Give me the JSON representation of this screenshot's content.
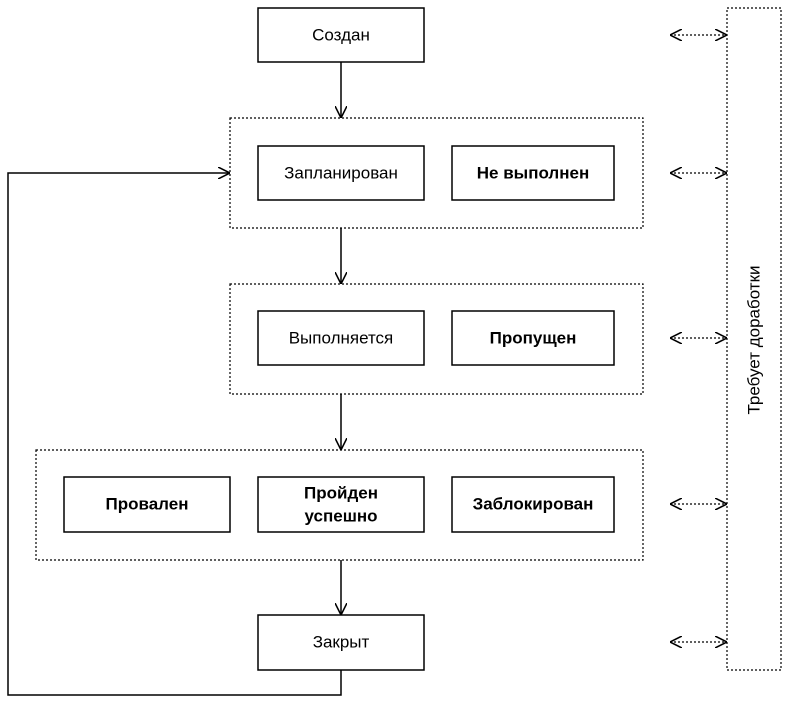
{
  "states": {
    "created": "Создан",
    "planned": "Запланирован",
    "not_executed": "Не выполнен",
    "in_progress": "Выполняется",
    "skipped": "Пропущен",
    "failed": "Провален",
    "passed_line1": "Пройден",
    "passed_line2": "успешно",
    "blocked": "Заблокирован",
    "closed": "Закрыт"
  },
  "side_panel": {
    "label": "Требует доработки"
  }
}
